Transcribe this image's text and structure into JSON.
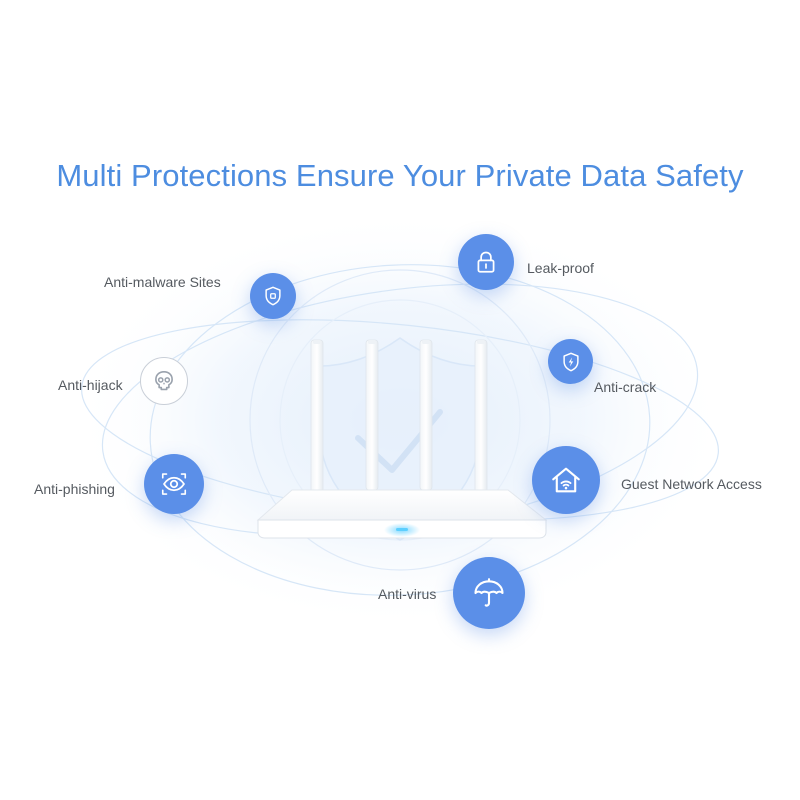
{
  "headline": "Multi Protections Ensure Your Private Data Safety",
  "colors": {
    "accent": "#5b8fe8",
    "headline": "#4d8de0",
    "label": "#555a60",
    "outline_icon": "#9aa2ad",
    "orbit": "#d6e6f7"
  },
  "features": [
    {
      "id": "anti-malware-sites",
      "label": "Anti-malware Sites",
      "icon": "shield-icon",
      "style": "filled"
    },
    {
      "id": "leak-proof",
      "label": "Leak-proof",
      "icon": "lock-icon",
      "style": "filled"
    },
    {
      "id": "anti-hijack",
      "label": "Anti-hijack",
      "icon": "skull-icon",
      "style": "outline"
    },
    {
      "id": "anti-crack",
      "label": "Anti-crack",
      "icon": "shield-bolt-icon",
      "style": "filled"
    },
    {
      "id": "anti-phishing",
      "label": "Anti-phishing",
      "icon": "eye-icon",
      "style": "filled"
    },
    {
      "id": "guest-network-access",
      "label": "Guest Network Access",
      "icon": "home-wifi-icon",
      "style": "filled"
    },
    {
      "id": "anti-virus",
      "label": "Anti-virus",
      "icon": "umbrella-icon",
      "style": "filled"
    }
  ]
}
